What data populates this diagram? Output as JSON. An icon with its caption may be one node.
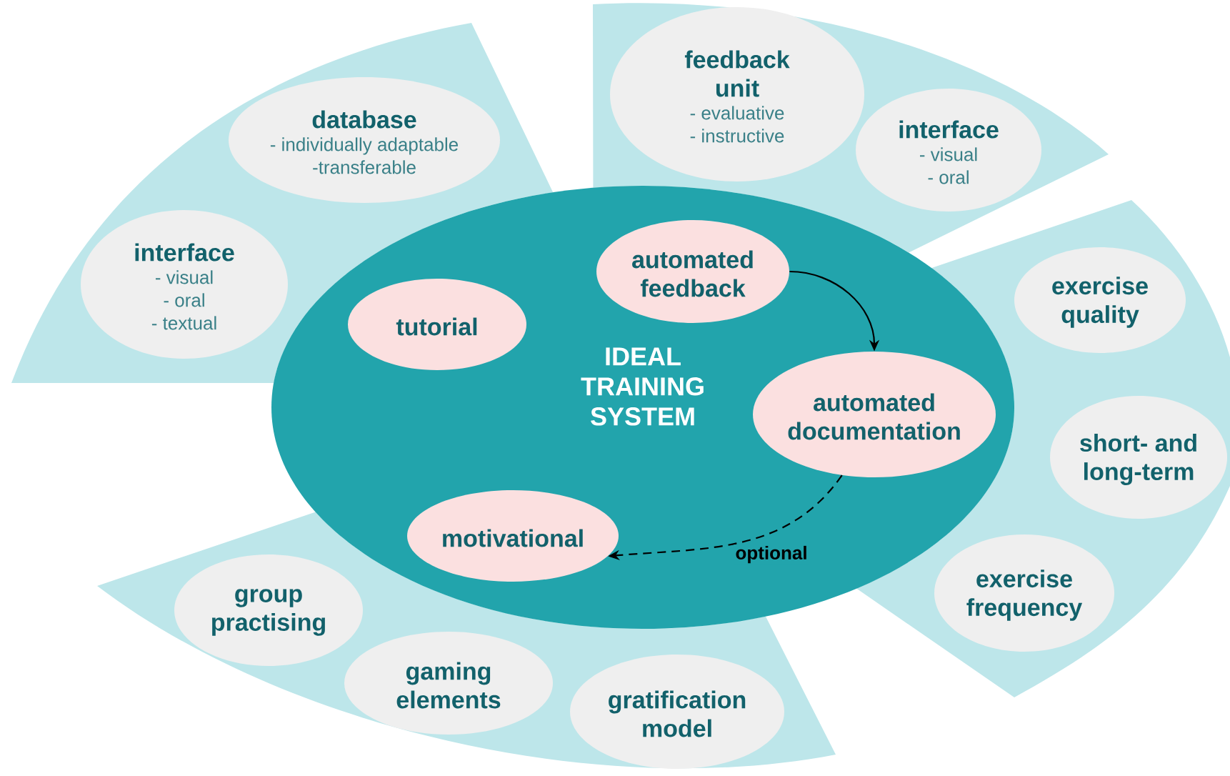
{
  "diagram": {
    "nodes": [
      {
        "text": [],
        "shape": "band"
      },
      {
        "text": [
          "database",
          "- individually adaptable",
          "-transferable"
        ],
        "in": 0
      },
      {
        "text": [
          "interface",
          "- visual",
          "- oral",
          "- textual"
        ],
        "in": 0
      },
      {
        "text": [],
        "shape": "band"
      },
      {
        "text": [
          "feedback unit",
          "- evaluative",
          "- instructive"
        ],
        "in": 3
      },
      {
        "text": [
          "interface",
          "- visual",
          "- oral"
        ],
        "in": 3
      },
      {
        "text": [
          "IDEAL TRAINING SYSTEM"
        ]
      },
      {
        "text": [
          "tutorial"
        ],
        "in": 6
      },
      {
        "text": [
          "automated feedback"
        ],
        "in": 6
      },
      {
        "text": [
          "automated documentation"
        ],
        "in": 6
      },
      {
        "text": [
          "motivational"
        ],
        "in": 6
      },
      {
        "text": [],
        "shape": "band"
      },
      {
        "text": [
          "exercise quality"
        ],
        "in": 11
      },
      {
        "text": [
          "short- and long-term"
        ],
        "in": 11
      },
      {
        "text": [
          "exercise frequency"
        ],
        "in": 11
      },
      {
        "text": [],
        "shape": "band"
      },
      {
        "text": [
          "group practising"
        ],
        "in": 15
      },
      {
        "text": [
          "gaming elements"
        ],
        "in": 15
      },
      {
        "text": [
          "gratification model"
        ],
        "in": 15
      }
    ],
    "edges": [
      {
        "from": 8,
        "to": 9,
        "arrow": "to"
      },
      {
        "from": 9,
        "to": 10,
        "arrow": "to",
        "style": "dashed",
        "label": "optional"
      }
    ]
  }
}
